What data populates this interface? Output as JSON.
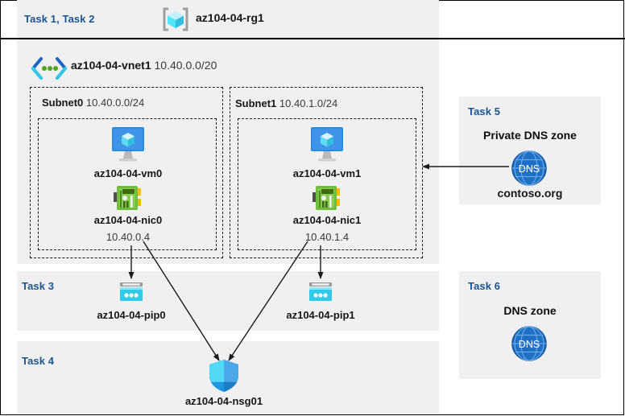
{
  "diagram": {
    "title": "Azure AZ-104 lab resource topology",
    "colors": {
      "task_label": "#1a5591",
      "panel_bg": "#f0f0f0",
      "page_bg": "#ffffff",
      "border": "#000000",
      "dashed_border": "#1a1a1a",
      "vm_icon": "#2f8de4",
      "nic_icon": "#6fbd3a",
      "pip_icon": "#32c8e8",
      "nsg_icon": "#2daeea",
      "dns_icon": "#1f6fc4",
      "rg_icon": "#50e6ff",
      "vnet_icon": "#0078d4",
      "text": "#161616",
      "subtext": "#3a3a3a"
    }
  },
  "resource_group": {
    "task_label": "Task 1, Task 2",
    "icon": "resource-group-icon",
    "name": "az104-04-rg1"
  },
  "vnet": {
    "icon": "virtual-network-icon",
    "name": "az104-04-vnet1",
    "address_space": "10.40.0.0/20",
    "subnets": [
      {
        "name": "Subnet0",
        "cidr": "10.40.0.0/24",
        "vm": {
          "icon": "virtual-machine-icon",
          "name": "az104-04-vm0"
        },
        "nic": {
          "icon": "network-interface-icon",
          "name": "az104-04-nic0",
          "private_ip": "10.40.0.4"
        }
      },
      {
        "name": "Subnet1",
        "cidr": "10.40.1.0/24",
        "vm": {
          "icon": "virtual-machine-icon",
          "name": "az104-04-vm1"
        },
        "nic": {
          "icon": "network-interface-icon",
          "name": "az104-04-nic1",
          "private_ip": "10.40.1.4"
        }
      }
    ]
  },
  "task3": {
    "task_label": "Task 3",
    "public_ips": [
      {
        "icon": "public-ip-address-icon",
        "name": "az104-04-pip0"
      },
      {
        "icon": "public-ip-address-icon",
        "name": "az104-04-pip1"
      }
    ]
  },
  "task4": {
    "task_label": "Task 4",
    "nsg": {
      "icon": "network-security-group-icon",
      "name": "az104-04-nsg01"
    }
  },
  "task5": {
    "task_label": "Task 5",
    "heading": "Private DNS zone",
    "icon": "dns-zone-icon",
    "icon_text": "DNS",
    "zone_name": "contoso.org"
  },
  "task6": {
    "task_label": "Task 6",
    "heading": "DNS zone",
    "icon": "dns-zone-icon",
    "icon_text": "DNS"
  }
}
